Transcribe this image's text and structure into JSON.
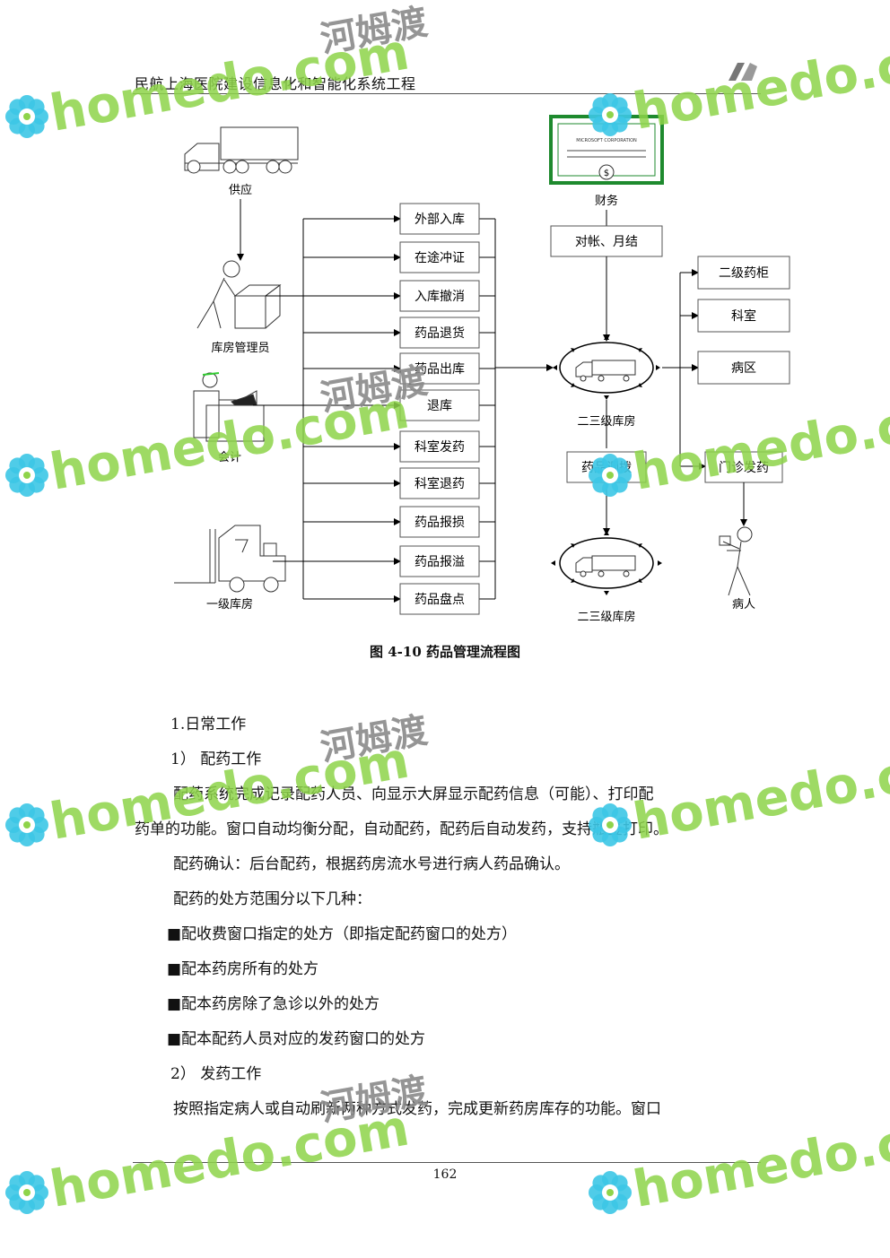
{
  "header": {
    "title": "民航上海医院建设信息化和智能化系统工程"
  },
  "figure": {
    "caption": "图 4-10 药品管理流程图",
    "left_labels": {
      "supply": "供应",
      "warehouse_manager": "库房管理员",
      "accountant": "会计",
      "primary_warehouse": "一级库房"
    },
    "process_boxes": [
      "外部入库",
      "在途冲证",
      "入库撤消",
      "药品退货",
      "药品出库",
      "退库",
      "科室发药",
      "科室退药",
      "药品报损",
      "药品报溢",
      "药品盘点"
    ],
    "finance_label": "财务",
    "certificate_text": "MICROSOFT CORPORATION",
    "certificate_symbol": "$",
    "reconcile_box": "对帐、月结",
    "secondary_warehouse_1": "二三级库房",
    "transfer_box": "药品调拨",
    "secondary_warehouse_2": "二三级库房",
    "right_boxes": [
      "二级药柜",
      "科室",
      "病区"
    ],
    "outpatient_box": "门诊发药",
    "patient_label": "病人"
  },
  "content": {
    "section_title": "1.日常工作",
    "sub1": "1） 配药工作",
    "p1_line1": "配药系统完成记录配药人员、向显示大屏显示配药信息（可能）、打印配",
    "p1_line2": "药单的功能。窗口自动均衡分配，自动配药，配药后自动发药，支持瓶签打印。",
    "p2": "配药确认：后台配药，根据药房流水号进行病人药品确认。",
    "p3": "配药的处方范围分以下几种：",
    "bullets": [
      "■配收费窗口指定的处方（即指定配药窗口的处方）",
      "■配本药房所有的处方",
      "■配本药房除了急诊以外的处方",
      "■配本配药人员对应的发药窗口的处方"
    ],
    "sub2": "2） 发药工作",
    "p4": "按照指定病人或自动刷新两种方式发药，完成更新药房库存的功能。窗口"
  },
  "footer": {
    "page_number": "162"
  },
  "watermark": {
    "brand": "homedo.com",
    "cn": "河姆渡",
    "colors": {
      "green": "#8ed44a",
      "cyan": "#3cc6e6",
      "gray": "#8a8a8a"
    }
  }
}
